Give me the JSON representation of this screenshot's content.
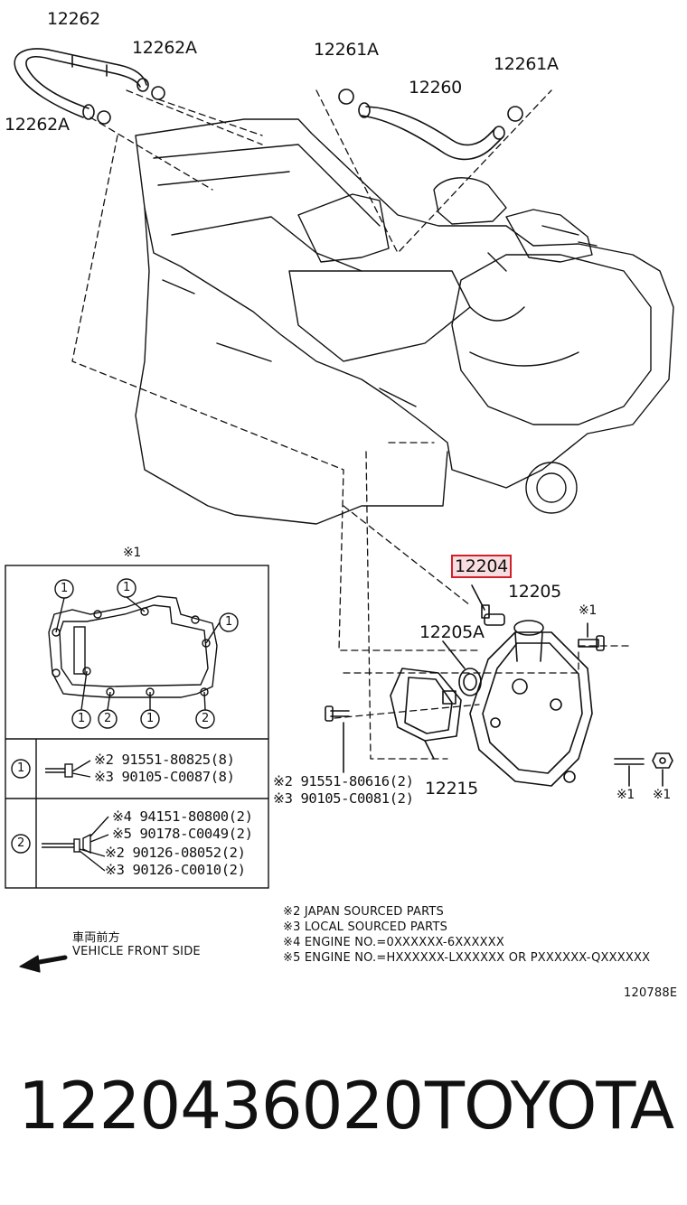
{
  "diagram": {
    "callouts": {
      "c12262": "12262",
      "c12262A_top": "12262A",
      "c12262A_left": "12262A",
      "c12261A_left": "12261A",
      "c12261A_right": "12261A",
      "c12260": "12260",
      "c12204": "12204",
      "c12205": "12205",
      "c12205A": "12205A",
      "c12215": "12215",
      "star1_top": "※1",
      "star1_bolt": "※1",
      "star1_stud": "※1",
      "star1_nut": "※1"
    },
    "bolt_parts": {
      "line1": "※2 91551-80616(2)",
      "line2": "※3 90105-C0081(2)"
    },
    "inset": {
      "title": "※1",
      "row1": {
        "key": "1",
        "lines": [
          "※2 91551-80825(8)",
          "※3 90105-C0087(8)"
        ]
      },
      "row2": {
        "key": "2",
        "lines": [
          "※4 94151-80800(2)",
          "※5 90178-C0049(2)",
          "※2 90126-08052(2)",
          "※3 90126-C0010(2)"
        ]
      },
      "circle_labels": [
        "1",
        "1",
        "1",
        "1",
        "2",
        "1",
        "2"
      ]
    },
    "notes": [
      "※2 JAPAN SOURCED PARTS",
      "※3 LOCAL SOURCED PARTS",
      "※4 ENGINE NO.=0XXXXXX-6XXXXXX",
      "※5 ENGINE NO.=HXXXXXX-LXXXXXX OR PXXXXXX-QXXXXXX"
    ],
    "front_jp": "車両前方",
    "front_en": "VEHICLE FRONT SIDE",
    "diagram_code": "120788E"
  },
  "footer": {
    "part_number": "1220436020",
    "brand": "TOYOTA"
  },
  "colors": {
    "line": "#111111",
    "highlight_border": "#d0202a",
    "highlight_fill": "#f8dde0"
  }
}
